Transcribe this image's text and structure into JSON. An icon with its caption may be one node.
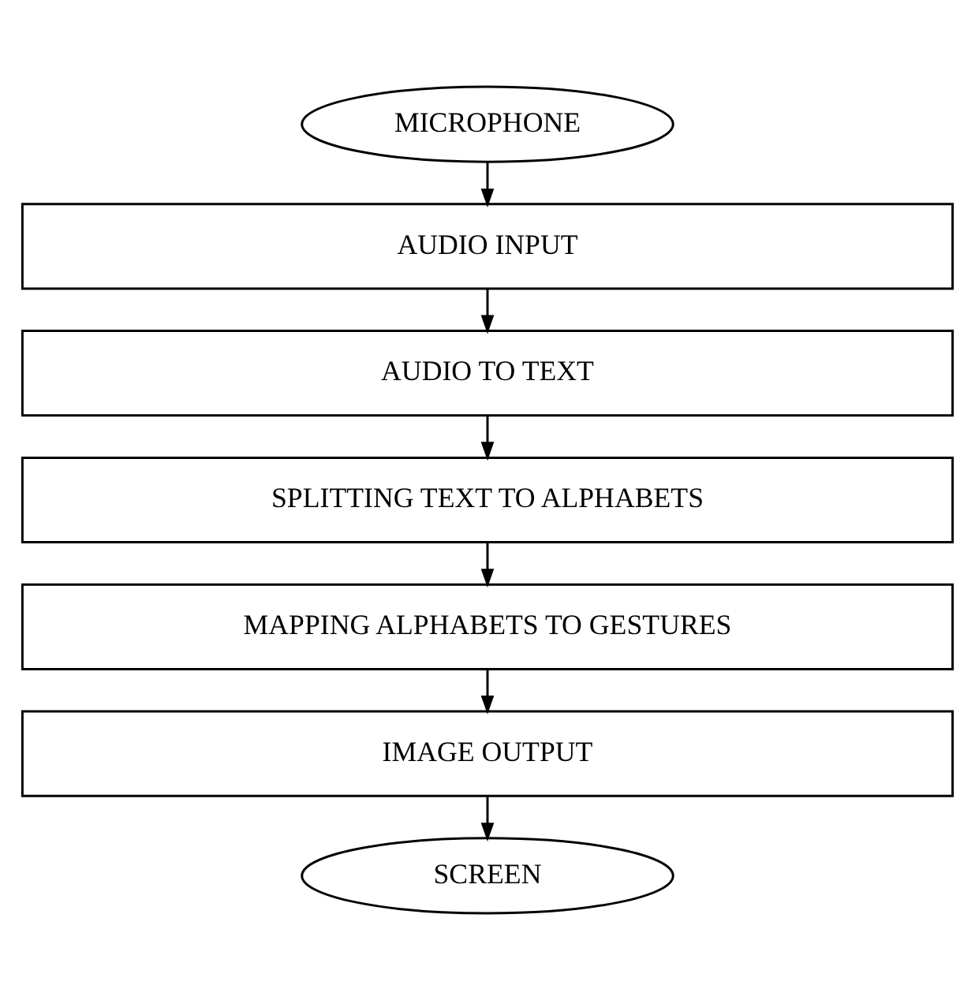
{
  "diagram": {
    "nodes": [
      {
        "text": [
          "MICROPHONE"
        ]
      },
      {
        "text": [
          "AUDIO INPUT"
        ]
      },
      {
        "text": [
          "AUDIO TO TEXT"
        ]
      },
      {
        "text": [
          "SPLITTING TEXT TO ALPHABETS"
        ]
      },
      {
        "text": [
          "MAPPING ALPHABETS TO GESTURES"
        ]
      },
      {
        "text": [
          "IMAGE OUTPUT"
        ]
      },
      {
        "text": [
          "SCREEN"
        ]
      }
    ],
    "edges": [
      {
        "from": 0,
        "to": 1,
        "arrow": "to"
      },
      {
        "from": 1,
        "to": 2,
        "arrow": "to"
      },
      {
        "from": 2,
        "to": 3,
        "arrow": "to"
      },
      {
        "from": 3,
        "to": 4,
        "arrow": "to"
      },
      {
        "from": 4,
        "to": 5,
        "arrow": "to"
      },
      {
        "from": 5,
        "to": 6,
        "arrow": "to"
      }
    ]
  }
}
